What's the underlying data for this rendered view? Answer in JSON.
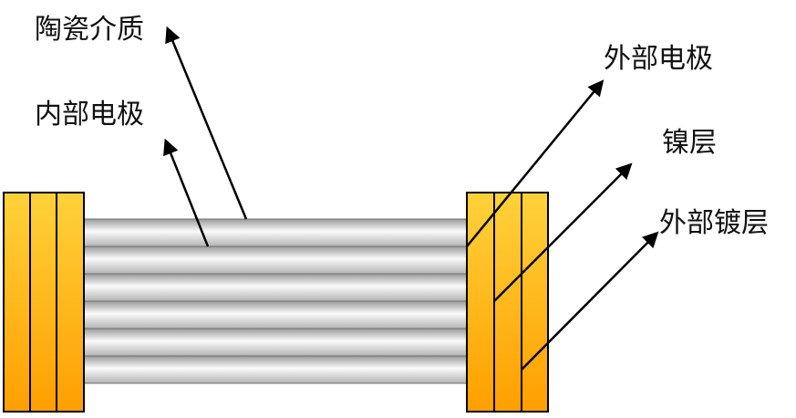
{
  "labels": {
    "ceramic_dielectric": "陶瓷介质",
    "internal_electrode": "内部电极",
    "external_electrode": "外部电极",
    "nickel_layer": "镍层",
    "external_plating": "外部镀层"
  },
  "colors": {
    "end_cap_light": "#FFD23A",
    "end_cap_dark": "#FF9F00",
    "layer_light": "#FAFAFA",
    "layer_mid": "#C8C8C8",
    "layer_dark": "#8E8E8E",
    "outline": "#000000"
  }
}
